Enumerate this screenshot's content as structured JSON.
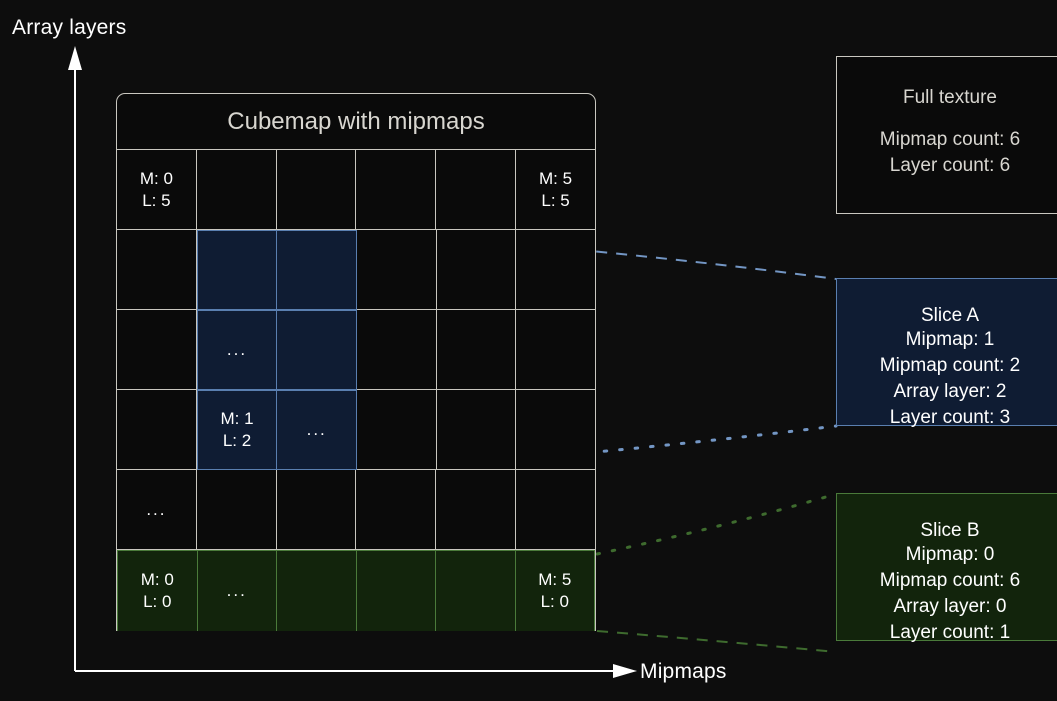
{
  "axes": {
    "y_label": "Array layers",
    "x_label": "Mipmaps"
  },
  "texture": {
    "title": "Cubemap with mipmaps",
    "grid": {
      "columns": 6,
      "rows": 6,
      "cells": [
        [
          {
            "text": "M: 0\nL: 5",
            "fill": "none"
          },
          {
            "text": "",
            "fill": "none"
          },
          {
            "text": "",
            "fill": "none"
          },
          {
            "text": "",
            "fill": "none"
          },
          {
            "text": "",
            "fill": "none"
          },
          {
            "text": "M: 5\nL: 5",
            "fill": "none"
          }
        ],
        [
          {
            "text": "",
            "fill": "none"
          },
          {
            "text": "",
            "fill": "blue"
          },
          {
            "text": "",
            "fill": "blue"
          },
          {
            "text": "",
            "fill": "none"
          },
          {
            "text": "",
            "fill": "none"
          },
          {
            "text": "",
            "fill": "none"
          }
        ],
        [
          {
            "text": "",
            "fill": "none"
          },
          {
            "text": "...",
            "fill": "blue"
          },
          {
            "text": "",
            "fill": "blue"
          },
          {
            "text": "",
            "fill": "none"
          },
          {
            "text": "",
            "fill": "none"
          },
          {
            "text": "",
            "fill": "none"
          }
        ],
        [
          {
            "text": "",
            "fill": "none"
          },
          {
            "text": "M: 1\nL: 2",
            "fill": "blue"
          },
          {
            "text": "...",
            "fill": "blue"
          },
          {
            "text": "",
            "fill": "none"
          },
          {
            "text": "",
            "fill": "none"
          },
          {
            "text": "",
            "fill": "none"
          }
        ],
        [
          {
            "text": "...",
            "fill": "none"
          },
          {
            "text": "",
            "fill": "none"
          },
          {
            "text": "",
            "fill": "none"
          },
          {
            "text": "",
            "fill": "none"
          },
          {
            "text": "",
            "fill": "none"
          },
          {
            "text": "",
            "fill": "none"
          }
        ],
        [
          {
            "text": "M: 0\nL: 0",
            "fill": "green"
          },
          {
            "text": "...",
            "fill": "green"
          },
          {
            "text": "",
            "fill": "green"
          },
          {
            "text": "",
            "fill": "green"
          },
          {
            "text": "",
            "fill": "green"
          },
          {
            "text": "M: 5\nL: 0",
            "fill": "green"
          }
        ]
      ]
    }
  },
  "info_boxes": {
    "full_texture": {
      "title": "Full texture",
      "lines": [
        "Mipmap count: 6",
        "Layer count: 6"
      ]
    },
    "slice_a": {
      "title": "Slice A",
      "lines": [
        "Mipmap: 1",
        "Mipmap count: 2",
        "Array layer: 2",
        "Layer count: 3"
      ]
    },
    "slice_b": {
      "title": "Slice B",
      "lines": [
        "Mipmap: 0",
        "Mipmap count: 6",
        "Array layer: 0",
        "Layer count: 1"
      ]
    }
  },
  "colors": {
    "background": "#0d0d0d",
    "grid_border": "#c9c7c0",
    "blue_fill": "#0f1c33",
    "blue_border": "#5a7fb0",
    "green_fill": "#12240c",
    "green_border": "#4a7a3a",
    "axis": "#ffffff"
  }
}
